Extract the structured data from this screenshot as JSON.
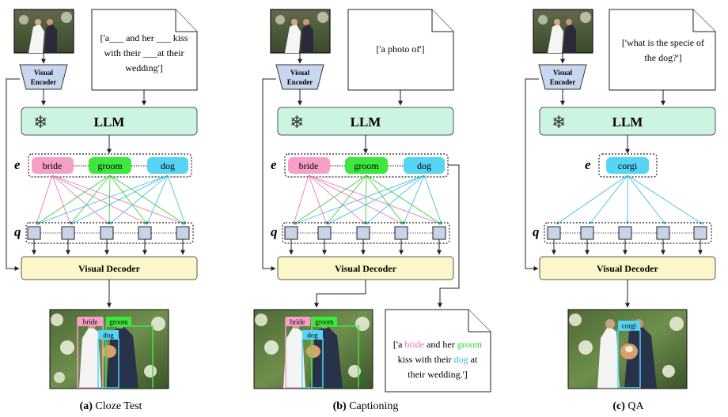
{
  "panels": [
    {
      "id": "a",
      "caption_letter": "(a)",
      "caption_text": " Cloze Test",
      "encoder_line1": "Visual",
      "encoder_line2": "Encoder",
      "prompt_lines": [
        "['a___ and her ___ kiss",
        "with their ___at their",
        "wedding']"
      ],
      "llm_label": "LLM",
      "e_label": "e",
      "q_label": "q",
      "entities": [
        "bride",
        "groom",
        "dog"
      ],
      "decoder_label": "Visual Decoder",
      "output_tags": [
        "bride",
        "groom",
        "dog"
      ]
    },
    {
      "id": "b",
      "caption_letter": "(b)",
      "caption_text": " Captioning",
      "encoder_line1": "Visual",
      "encoder_line2": "Encoder",
      "prompt_lines": [
        "['a photo of']"
      ],
      "llm_label": "LLM",
      "e_label": "e",
      "q_label": "q",
      "entities": [
        "bride",
        "groom",
        "dog"
      ],
      "decoder_label": "Visual Decoder",
      "output_tags": [
        "bride",
        "groom",
        "dog"
      ],
      "caption_output": {
        "line1": [
          "['a ",
          "bride",
          " and her ",
          "groom"
        ],
        "line2": [
          "kiss with their ",
          "dog",
          " at"
        ],
        "line3": "their wedding.']"
      }
    },
    {
      "id": "c",
      "caption_letter": "(c)",
      "caption_text": " QA",
      "encoder_line1": "Visual",
      "encoder_line2": "Encoder",
      "prompt_lines": [
        "['what is the specie of",
        "the dog?']"
      ],
      "llm_label": "LLM",
      "e_label": "e",
      "q_label": "q",
      "entities": [
        "corgi"
      ],
      "decoder_label": "Visual Decoder",
      "output_tags": [
        "corgi"
      ]
    }
  ],
  "colors": {
    "bride": "#f6a0c8",
    "groom": "#3de83d",
    "dog": "#56d4f5",
    "llm_fill": "#ccf5e1",
    "decoder_fill": "#fbf7c8",
    "encoder_fill": "#c9d6f0",
    "query_fill": "#c9d3e8"
  }
}
